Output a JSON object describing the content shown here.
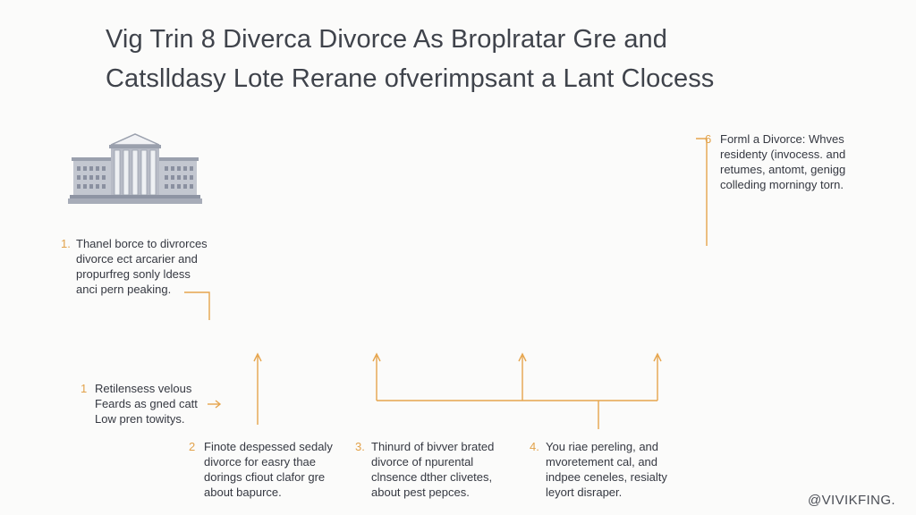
{
  "title": {
    "line1": "Vig Trin 8 Diverca Divorce As Broplratar Gre and",
    "line2": "Catslldasy Lote Rerane ofverimpsant a Lant Clocess"
  },
  "steps": [
    {
      "number": "1.",
      "lines": [
        "Thanel borce to divrorces",
        "divorce ect arcarier and",
        "propurfreg sonly ldess",
        "anci pern peaking."
      ]
    },
    {
      "number": "1",
      "lines": [
        "Retilensess velous",
        "Feards as gned catt",
        "Low pren towitys."
      ]
    },
    {
      "number": "2",
      "lines": [
        "Finote despessed sedaly",
        "divorce for easry thae",
        "dorings cfiout clafor gre",
        "about bapurce."
      ]
    },
    {
      "number": "3.",
      "lines": [
        "Thinurd of bivver brated",
        "divorce of npurental",
        "clnsence dther clivetes,",
        "about pest pepces."
      ]
    },
    {
      "number": "4.",
      "lines": [
        "You riae pereling, and",
        "mvoretement cal, and",
        "indpee ceneles, resialty",
        "leyort disraper."
      ]
    },
    {
      "number": "6",
      "lines": [
        "Forml a Divorce: Whves",
        "residenty (invocess. and",
        "retumes, antomt, genigg",
        "colleding morningy torn."
      ]
    }
  ],
  "icons": {
    "courthouse": "courthouse-icon"
  },
  "colors": {
    "accent": "#e6a54d",
    "text": "#3a3d45",
    "building": "#a7acb8"
  },
  "watermark": "@VIVIKFING."
}
